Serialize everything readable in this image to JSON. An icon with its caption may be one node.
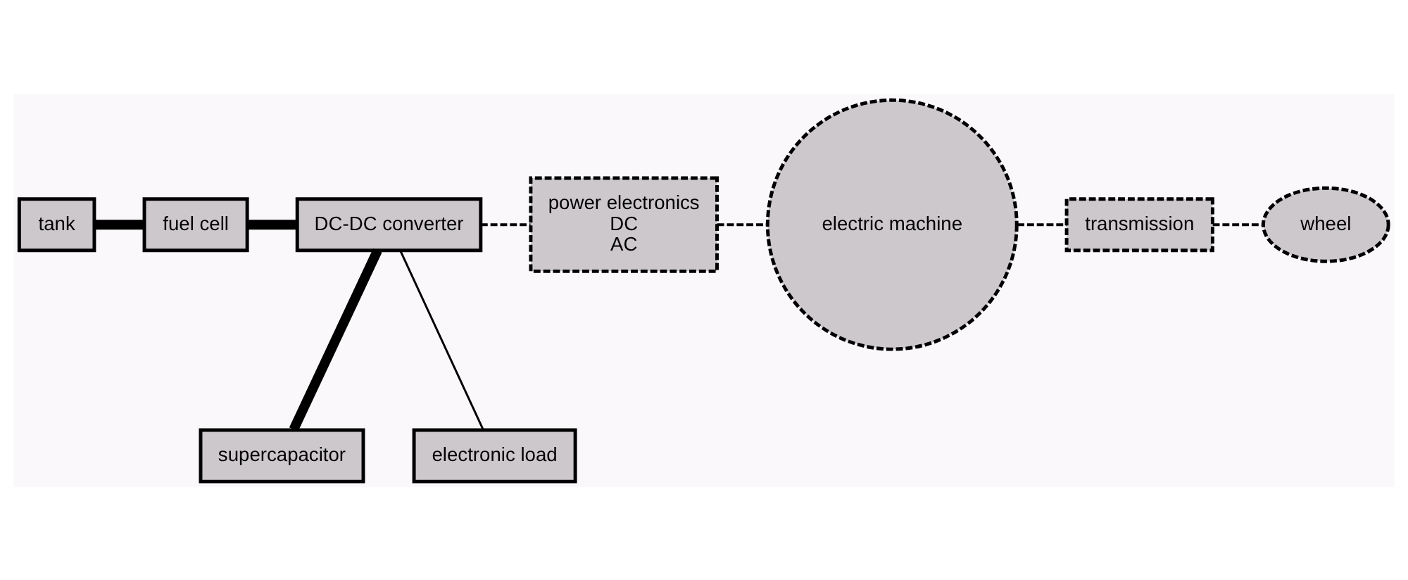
{
  "diagram": {
    "nodes": [
      {
        "text": [
          "tank"
        ]
      },
      {
        "text": [
          "fuel cell"
        ]
      },
      {
        "text": [
          "DC-DC converter"
        ]
      },
      {
        "text": [
          "power electronics",
          "DC",
          "AC"
        ]
      },
      {
        "text": [
          "electric machine"
        ]
      },
      {
        "text": [
          "transmission"
        ]
      },
      {
        "text": [
          "wheel"
        ]
      },
      {
        "text": [
          "supercapacitor"
        ]
      },
      {
        "text": [
          "electronic load"
        ]
      }
    ],
    "edges": [
      {
        "from": 0,
        "to": 1,
        "arrow": "none",
        "style": "thick"
      },
      {
        "from": 1,
        "to": 2,
        "arrow": "none",
        "style": "thick"
      },
      {
        "from": 2,
        "to": 3,
        "arrow": "none",
        "style": "dashed"
      },
      {
        "from": 3,
        "to": 4,
        "arrow": "none",
        "style": "dashed"
      },
      {
        "from": 4,
        "to": 5,
        "arrow": "none",
        "style": "dashed"
      },
      {
        "from": 5,
        "to": 6,
        "arrow": "none",
        "style": "dashed"
      },
      {
        "from": 2,
        "to": 7,
        "arrow": "none",
        "style": "thick"
      },
      {
        "from": 2,
        "to": 8,
        "arrow": "none"
      }
    ]
  }
}
